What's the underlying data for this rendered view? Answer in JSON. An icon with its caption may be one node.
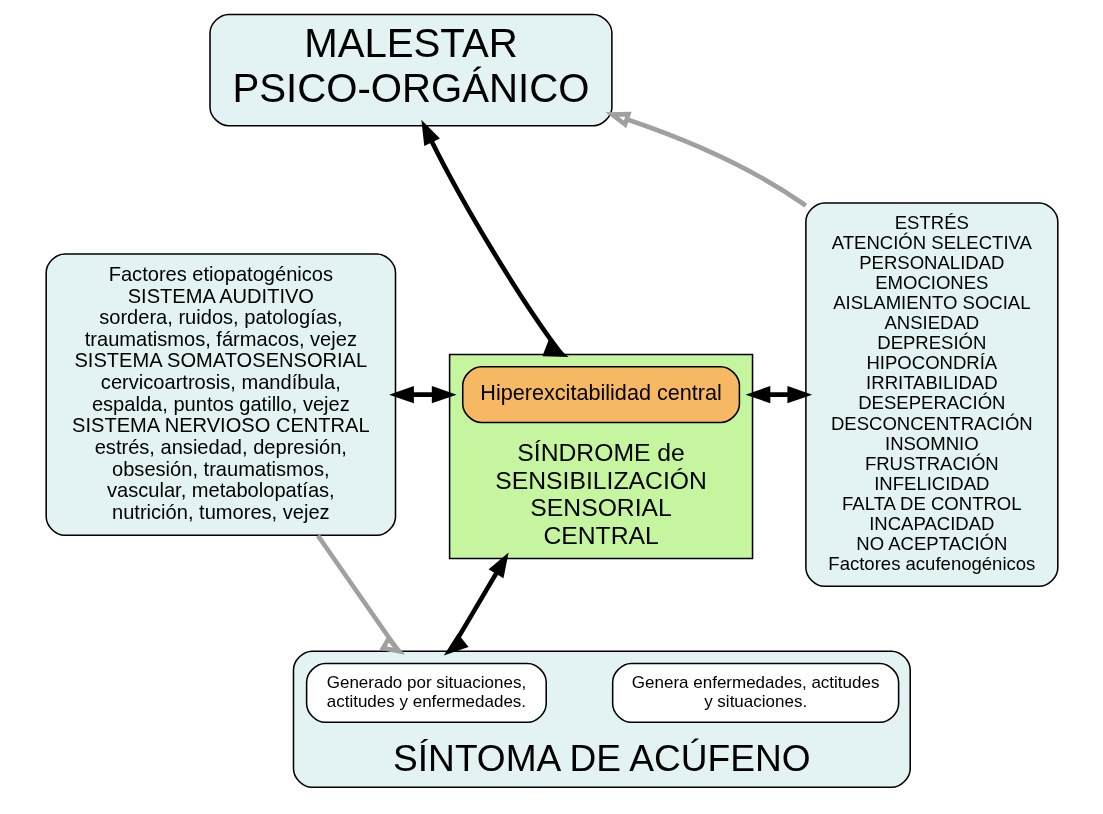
{
  "diagram": {
    "nodes": [
      {
        "text": [
          "MALESTAR",
          "PSICO-ORGÁNICO"
        ]
      },
      {
        "text": [
          "Factores etiopatogénicos",
          "SISTEMA AUDITIVO",
          "sordera, ruidos, patologías, traumatismos, fármacos, vejez",
          "SISTEMA SOMATOSENSORIAL",
          "cervicoartrosis, mandíbula, espalda, puntos gatillo, vejez",
          "SISTEMA NERVIOSO CENTRAL",
          "estrés, ansiedad, depresión, obsesión, traumatismos, vascular, metabolopatías, nutrición, tumores, vejez"
        ]
      },
      {
        "text": [
          "SÍNDROME de SENSIBILIZACIÓN SENSORIAL CENTRAL"
        ]
      },
      {
        "text": [
          "Hiperexcitabilidad central"
        ],
        "in": 2
      },
      {
        "text": [
          "ESTRÉS",
          "ATENCIÓN SELECTIVA",
          "PERSONALIDAD",
          "EMOCIONES",
          "AISLAMIENTO SOCIAL",
          "ANSIEDAD",
          "DEPRESIÓN",
          "HIPOCONDRÍA",
          "IRRITABILIDAD",
          "DESEPERACIÓN",
          "DESCONCENTRACIÓN",
          "INSOMNIO",
          "FRUSTRACIÓN",
          "INFELICIDAD",
          "FALTA DE CONTROL",
          "INCAPACIDAD",
          "NO ACEPTACIÓN",
          "Factores acufenogénicos"
        ]
      },
      {
        "text": [
          "SÍNTOMA DE ACÚFENO"
        ]
      },
      {
        "text": [
          "Generado por situaciones, actitudes y enfermedades."
        ],
        "in": 5
      },
      {
        "text": [
          "Genera enfermedades, actitudes y situaciones."
        ],
        "in": 5
      }
    ],
    "edges": [
      {
        "from": 2,
        "to": 0,
        "arrow": "both"
      },
      {
        "from": 1,
        "to": 2,
        "arrow": "both"
      },
      {
        "from": 2,
        "to": 4,
        "arrow": "both"
      },
      {
        "from": 2,
        "to": 5,
        "arrow": "both"
      },
      {
        "from": 1,
        "to": 5,
        "arrow": "to",
        "color": "#a0a0a0"
      },
      {
        "from": 4,
        "to": 0,
        "arrow": "to",
        "color": "#a0a0a0"
      }
    ]
  }
}
